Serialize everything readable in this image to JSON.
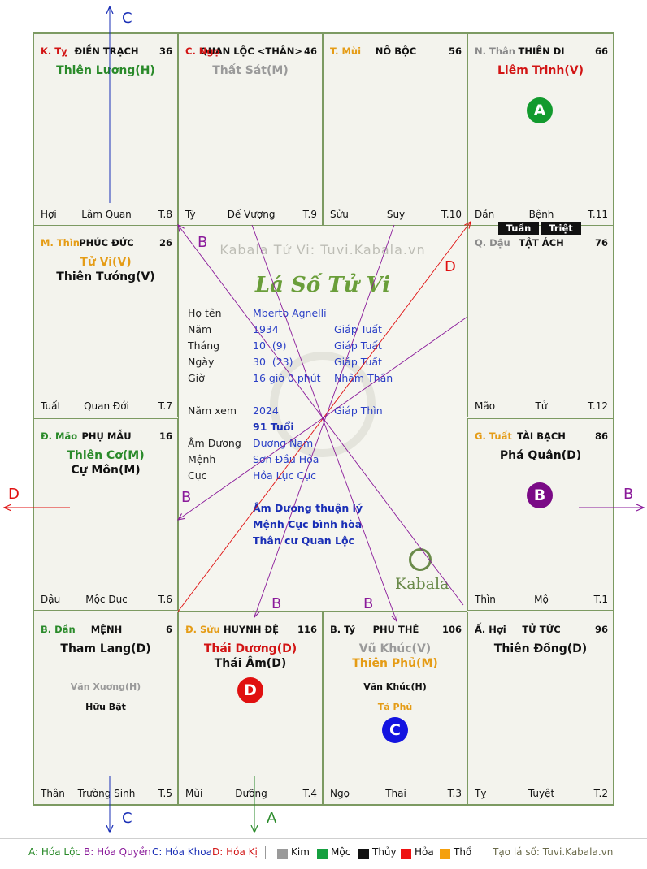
{
  "chart_title": "Lá Số Tử Vi",
  "watermark": "Kabala Tử Vi: Tuvi.Kabala.vn",
  "logo_text": "Kabala",
  "badge": {
    "tuan": "Tuần",
    "triet": "Triệt"
  },
  "palaces": [
    {
      "id": "ty",
      "branch": "K. Tỵ",
      "branch_color": "#d21414",
      "name": "ĐIỀN TRẠCH",
      "age": "36",
      "stars": [
        {
          "t": "Thiên Lương(H)",
          "c": "#2a8a2a"
        }
      ],
      "minor": [],
      "left": "Hợi",
      "mid": "Lâm Quan",
      "right": "T.8"
    },
    {
      "id": "ngo",
      "branch": "C. Ngọ",
      "branch_color": "#d21414",
      "name": "QUAN LỘC <THÂN>",
      "age": "46",
      "stars": [
        {
          "t": "Thất Sát(M)",
          "c": "#9a9a9a"
        }
      ],
      "minor": [],
      "left": "Tý",
      "mid": "Đế Vượng",
      "right": "T.9"
    },
    {
      "id": "mui",
      "branch": "T. Mùi",
      "branch_color": "#e59c16",
      "name": "NÔ BỘC",
      "age": "56",
      "stars": [],
      "minor": [],
      "left": "Sửu",
      "mid": "Suy",
      "right": "T.10"
    },
    {
      "id": "than",
      "branch": "N. Thân",
      "branch_color": "#8a8a8a",
      "name": "THIÊN DI",
      "age": "66",
      "stars": [
        {
          "t": "Liêm Trinh(V)",
          "c": "#d21414"
        }
      ],
      "minor": [],
      "left": "Dần",
      "mid": "Bệnh",
      "right": "T.11"
    },
    {
      "id": "thin",
      "branch": "M. Thìn",
      "branch_color": "#e59c16",
      "name": "PHÚC ĐỨC",
      "age": "26",
      "stars": [
        {
          "t": "Tử Vi(V)",
          "c": "#e59c16"
        },
        {
          "t": "Thiên Tướng(V)",
          "c": "#111"
        }
      ],
      "minor": [],
      "left": "Tuất",
      "mid": "Quan Đới",
      "right": "T.7"
    },
    {
      "id": "dau",
      "branch": "Q. Dậu",
      "branch_color": "#8a8a8a",
      "name": "TẬT ÁCH",
      "age": "76",
      "stars": [],
      "minor": [],
      "left": "Mão",
      "mid": "Tử",
      "right": "T.12"
    },
    {
      "id": "mao",
      "branch": "Đ. Mão",
      "branch_color": "#2a8a2a",
      "name": "PHỤ MẪU",
      "age": "16",
      "stars": [
        {
          "t": "Thiên Cơ(M)",
          "c": "#2a8a2a"
        },
        {
          "t": "Cự Môn(M)",
          "c": "#111"
        }
      ],
      "minor": [],
      "left": "Dậu",
      "mid": "Mộc Dục",
      "right": "T.6"
    },
    {
      "id": "tuat",
      "branch": "G. Tuất",
      "branch_color": "#e59c16",
      "name": "TÀI BẠCH",
      "age": "86",
      "stars": [
        {
          "t": "Phá Quân(D)",
          "c": "#111"
        }
      ],
      "minor": [],
      "left": "Thìn",
      "mid": "Mộ",
      "right": "T.1"
    },
    {
      "id": "dan",
      "branch": "B. Dần",
      "branch_color": "#2a8a2a",
      "name": "MỆNH",
      "age": "6",
      "stars": [
        {
          "t": "Tham Lang(D)",
          "c": "#111"
        }
      ],
      "minor": [
        {
          "t": "Văn Xương(H)",
          "c": "#9a9a9a"
        },
        {
          "t": "Hữu Bật",
          "c": "#111"
        }
      ],
      "left": "Thân",
      "mid": "Trường Sinh",
      "right": "T.5"
    },
    {
      "id": "suu",
      "branch": "Đ. Sửu",
      "branch_color": "#e59c16",
      "name": "HUYNH ĐỆ",
      "age": "116",
      "stars": [
        {
          "t": "Thái Dương(D)",
          "c": "#d21414"
        },
        {
          "t": "Thái Âm(D)",
          "c": "#111"
        }
      ],
      "minor": [],
      "left": "Mùi",
      "mid": "Dưỡng",
      "right": "T.4"
    },
    {
      "id": "ti",
      "branch": "B. Tý",
      "branch_color": "#111",
      "name": "PHU THÊ",
      "age": "106",
      "stars": [
        {
          "t": "Vũ Khúc(V)",
          "c": "#9a9a9a"
        },
        {
          "t": "Thiên Phủ(M)",
          "c": "#e59c16"
        }
      ],
      "minor": [
        {
          "t": "Văn Khúc(H)",
          "c": "#111"
        },
        {
          "t": "Tả Phù",
          "c": "#e59c16"
        }
      ],
      "left": "Ngọ",
      "mid": "Thai",
      "right": "T.3"
    },
    {
      "id": "hoi",
      "branch": "Ấ. Hợi",
      "branch_color": "#111",
      "name": "TỬ TỨC",
      "age": "96",
      "stars": [
        {
          "t": "Thiên Đồng(D)",
          "c": "#111"
        }
      ],
      "minor": [],
      "left": "Tỵ",
      "mid": "Tuyệt",
      "right": "T.2"
    }
  ],
  "circles": [
    {
      "palace": "than",
      "label": "A",
      "color": "#129a2e"
    },
    {
      "palace": "tuat",
      "label": "B",
      "color": "#7a0a86"
    },
    {
      "palace": "suu",
      "label": "D",
      "color": "#e01010"
    },
    {
      "palace": "ti",
      "label": "C",
      "color": "#1414e0"
    }
  ],
  "info": {
    "ho_ten_label": "Họ tên",
    "ho_ten": "Mberto Agnelli",
    "nam_label": "Năm",
    "nam": "1934",
    "nam_cc": "Giáp Tuất",
    "thang_label": "Tháng",
    "thang": "10  (9)",
    "thang_cc": "Giáp Tuất",
    "ngay_label": "Ngày",
    "ngay": "30  (23)",
    "ngay_cc": "Giáp Tuất",
    "gio_label": "Giờ",
    "gio": "16 giờ 0 phút",
    "gio_cc": "Nhâm Thân",
    "nam_xem_label": "Năm xem",
    "nam_xem": "2024",
    "nam_xem_cc": "Giáp Thìn",
    "tuoi": "91 Tuổi",
    "am_duong_label": "Âm Dương",
    "am_duong": "Dương Nam",
    "menh_label": "Mệnh",
    "menh": "Sơn Đầu Hỏa",
    "cuc_label": "Cục",
    "cuc": "Hỏa Lục Cục",
    "note1": "Âm Dương thuận lý",
    "note2": "Mệnh Cục bình hòa",
    "note3": "Thân cư Quan Lộc"
  },
  "arrow_labels": {
    "c_top": "C",
    "c_bottom": "C",
    "a_bottom": "A",
    "d_left": "D",
    "d_center": "D",
    "b_right": "B",
    "b1": "B",
    "b2": "B",
    "b3": "B",
    "b4": "B"
  },
  "legend": {
    "a": "A: Hóa Lộc",
    "b": "B: Hóa Quyền",
    "c": "C: Hóa Khoa",
    "d": "D: Hóa Kị",
    "kim": "Kim",
    "moc": "Mộc",
    "thuy": "Thủy",
    "hoa": "Hỏa",
    "tho": "Thổ",
    "site": "Tạo lá số: Tuvi.Kabala.vn",
    "colors": {
      "a": "#2a8a2a",
      "b": "#8a1a9a",
      "c": "#1a2fb6",
      "d": "#d21414",
      "kim": "#9a9a9a",
      "moc": "#16a040",
      "thuy": "#111111",
      "hoa": "#ee1111",
      "tho": "#f5a00d"
    }
  }
}
